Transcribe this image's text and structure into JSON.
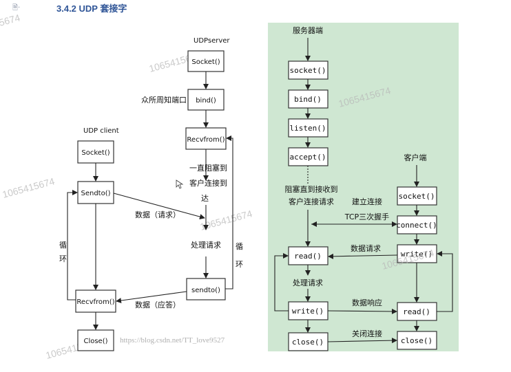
{
  "header": {
    "icon": "document-icon",
    "title": "3.4.2 UDP 套接字"
  },
  "left": {
    "server_title": "UDPserver",
    "client_title": "UDP client",
    "server_boxes": [
      "Socket()",
      "bind()",
      "Recvfrom()",
      "sendto()"
    ],
    "client_boxes": [
      "Socket()",
      "Sendto()",
      "Recvfrom()",
      "Close()"
    ],
    "well_known_port": "众所周知端口",
    "block_line1": "一直阻塞到",
    "block_line2": "客户连接到",
    "block_line3": "达",
    "data_request": "数据（请求）",
    "process_request": "处理请求",
    "data_response": "数据（应答）",
    "loop_char1": "循",
    "loop_char2": "环"
  },
  "right": {
    "server_title": "服务器端",
    "client_title": "客户端",
    "server_boxes": [
      "socket()",
      "bind()",
      "listen()",
      "accept()",
      "read()",
      "write()",
      "close()"
    ],
    "client_boxes": [
      "socket()",
      "connect()",
      "write()",
      "read()",
      "close()"
    ],
    "block_line1": "阻塞直到接收到",
    "block_line2": "客户连接请求",
    "establish": "建立连接",
    "handshake": "TCP三次握手",
    "data_request": "数据请求",
    "process_request": "处理请求",
    "data_response": "数据响应",
    "close_conn": "关闭连接"
  },
  "watermark": "1065415674",
  "watermark_partial": "5674",
  "url": "https://blog.csdn.net/TT_love9527"
}
